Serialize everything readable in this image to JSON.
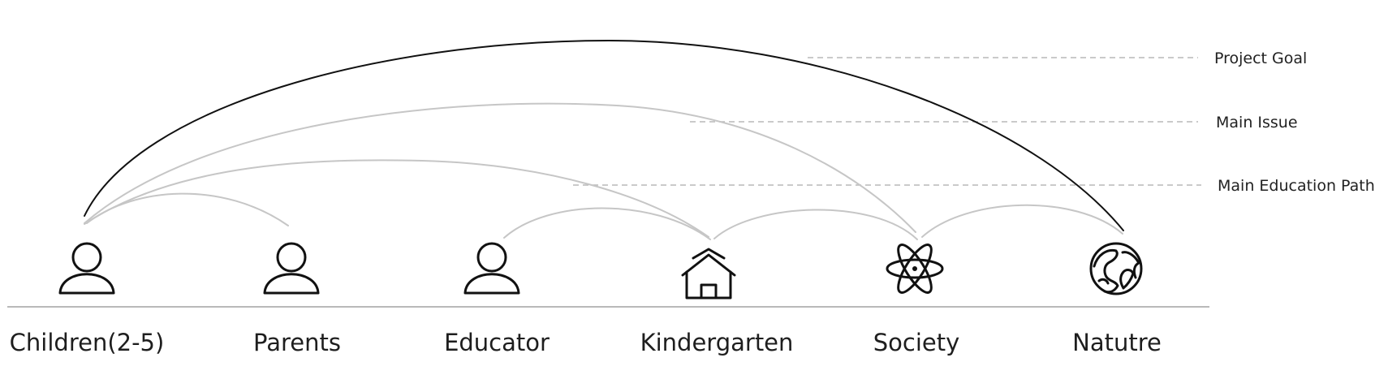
{
  "legend": {
    "project_goal": "Project Goal",
    "main_issue": "Main  Issue",
    "main_education_path": "Main Education Path"
  },
  "nodes": [
    {
      "id": "children",
      "label": "Children(2-5)",
      "icon": "person-icon"
    },
    {
      "id": "parents",
      "label": "Parents",
      "icon": "person-icon"
    },
    {
      "id": "educator",
      "label": "Educator",
      "icon": "person-icon"
    },
    {
      "id": "kindergarten",
      "label": "Kindergarten",
      "icon": "school-icon"
    },
    {
      "id": "society",
      "label": "Society",
      "icon": "atom-icon"
    },
    {
      "id": "nature",
      "label": "Natutre",
      "icon": "globe-icon"
    }
  ],
  "connections": [
    {
      "from": "children",
      "to": "nature",
      "type": "project_goal"
    },
    {
      "from": "children",
      "to": "society",
      "type": "main_issue"
    },
    {
      "from": "children",
      "to": "kindergarten",
      "type": "main_education_path"
    },
    {
      "from": "children",
      "to": "parents",
      "type": "main_education_path"
    },
    {
      "from": "educator",
      "to": "kindergarten",
      "type": "main_education_path"
    },
    {
      "from": "kindergarten",
      "to": "society",
      "type": "main_education_path"
    },
    {
      "from": "society",
      "to": "nature",
      "type": "main_education_path"
    }
  ],
  "colors": {
    "primary_arc": "#111111",
    "secondary_arc": "#c6c6c6",
    "guide_line": "#b8b8b8",
    "text": "#1e1e1e"
  }
}
